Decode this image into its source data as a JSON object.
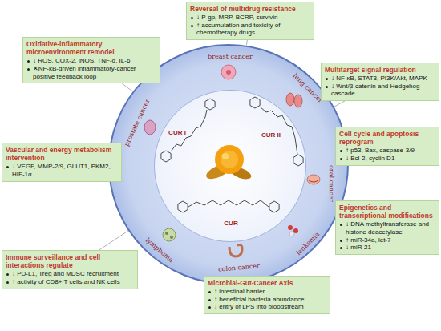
{
  "diagram": {
    "nodes": [
      {
        "text": [
          "breast cancer",
          "lung cancer",
          "oral cancer",
          "leukemia",
          "colon cancer",
          "lymphoma",
          "prostate cancer"
        ]
      },
      {
        "text": [
          "CUR I",
          "CUR II",
          "CUR"
        ],
        "in": 0
      },
      {
        "text": [
          "Reversal of multidrug resistance",
          "↓ P-gp, MRP, BCRP, survivin",
          "↑ accumulation and toxicity of chemotherapy drugs"
        ]
      },
      {
        "text": [
          "Multitarget signal regulation",
          "↓ NF-κB, STAT3, PI3K/Akt, MAPK",
          "↓ Wnt/β-catenin and Hedgehog cascade"
        ]
      },
      {
        "text": [
          "Cell cycle and apoptosis reprogram",
          "↑ p53, Bax, caspase-3/9",
          "↓ Bcl-2, cyclin D1"
        ]
      },
      {
        "text": [
          "Epigenetics and transcriptional modifications",
          "↓ DNA methyltransferase and histone deacetylase",
          "↑ miR-34a, let-7",
          "↓ miR-21"
        ]
      },
      {
        "text": [
          "Microbial-Gut-Cancer Axis",
          "↑ intestinal barrier",
          "↑ beneficial bacteria abundance",
          "↓ entry of LPS into bloodstream"
        ]
      },
      {
        "text": [
          "Immune surveillance and cell interactions regulate",
          "↓ PD-L1, Treg and MDSC recruitment",
          "↑ activity of CD8+ T cells and NK cells"
        ]
      },
      {
        "text": [
          "Vascular and energy metabolism intervention",
          "↓ VEGF, MMP-2/9, GLUT1, PKM2, HIF-1α"
        ]
      },
      {
        "text": [
          "Oxidative-inflammatory microenvironment remodel",
          "↓ ROS, COX-2, iNOS, TNF-α, IL-6",
          "✕NF-κB-driven inflammatory-cancer positive feedback loop"
        ]
      }
    ],
    "edges": [
      {
        "from": 2,
        "to": 0,
        "arrow": "none"
      },
      {
        "from": 3,
        "to": 0,
        "arrow": "none"
      },
      {
        "from": 4,
        "to": 0,
        "arrow": "none"
      },
      {
        "from": 5,
        "to": 0,
        "arrow": "none"
      },
      {
        "from": 6,
        "to": 0,
        "arrow": "none"
      },
      {
        "from": 7,
        "to": 0,
        "arrow": "none"
      },
      {
        "from": 8,
        "to": 0,
        "arrow": "none"
      },
      {
        "from": 9,
        "to": 0,
        "arrow": "none"
      }
    ]
  }
}
